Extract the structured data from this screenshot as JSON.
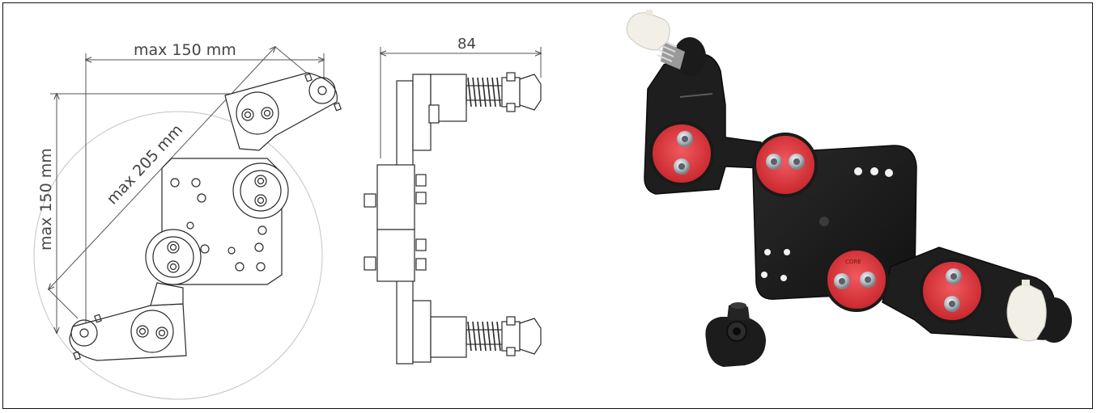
{
  "figure": {
    "front_view": {
      "width_label": "max 150 mm",
      "height_label": "max 150 mm",
      "diagonal_label": "max 205 mm"
    },
    "side_view": {
      "depth_label": "84"
    },
    "photo": {
      "brand_mark": "CORE"
    },
    "colors": {
      "line": "#2a2a2a",
      "dimension": "#555555",
      "circle_guide": "#bdbdbd",
      "plate_black": "#1c1c1c",
      "rubber_red": "#e0393f",
      "bolt_silver": "#c9ccd0",
      "cap_white": "#f2f0e8"
    }
  }
}
